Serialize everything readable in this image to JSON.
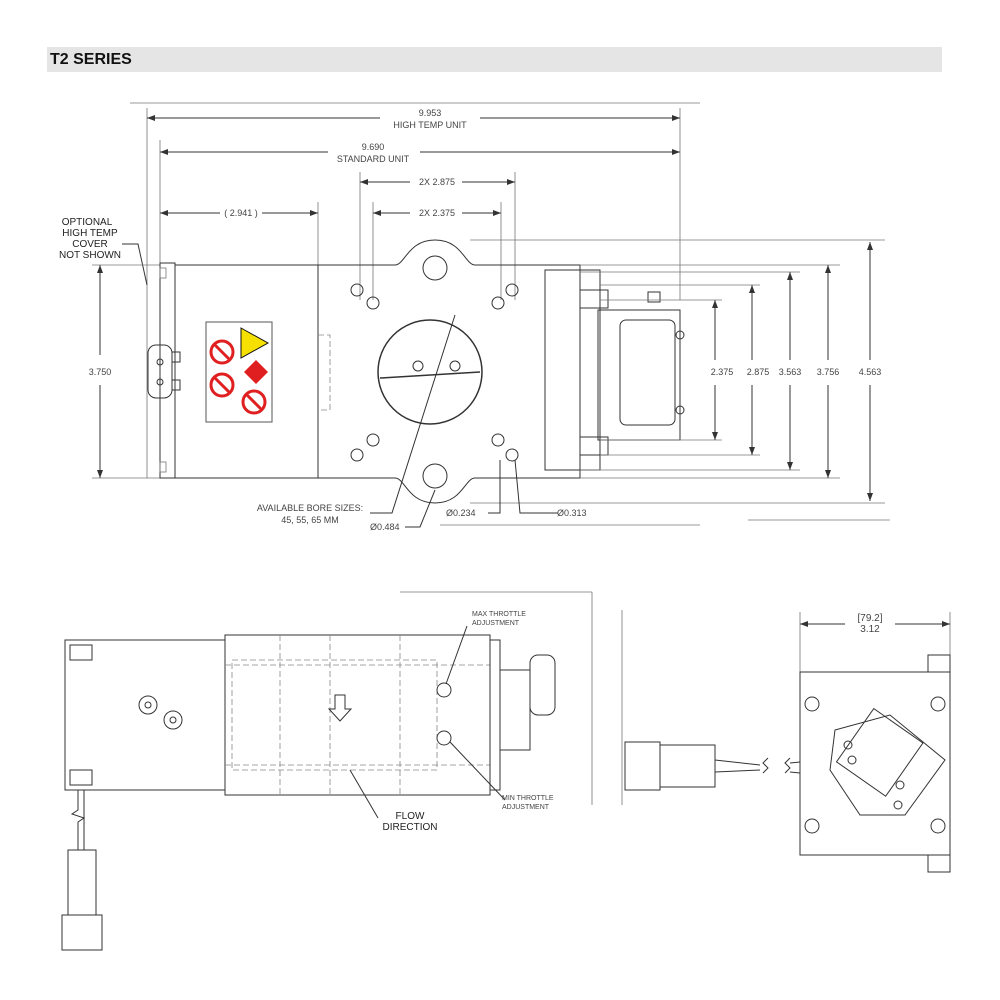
{
  "header": {
    "title": "T2 SERIES"
  },
  "top_view": {
    "dim_high_temp": {
      "value": "9.953",
      "label": "HIGH TEMP UNIT"
    },
    "dim_standard": {
      "value": "9.690",
      "label": "STANDARD UNIT"
    },
    "dim_2x_2875": "2X 2.875",
    "dim_2x_2375": "2X 2.375",
    "dim_2941": "( 2.941 )",
    "dim_height": "3.750",
    "cover_note": [
      "OPTIONAL",
      "HIGH TEMP",
      "COVER",
      "NOT SHOWN"
    ],
    "right_dims": [
      "2.375",
      "2.875",
      "3.563",
      "3.756",
      "4.563"
    ],
    "bore_sizes": [
      "AVAILABLE BORE SIZES:",
      "45, 55, 65 MM"
    ],
    "dia_0484": "Ø0.484",
    "dia_0234": "Ø0.234",
    "dia_0313": "Ø0.313"
  },
  "side_view": {
    "max_throttle": [
      "MAX THROTTLE",
      "ADJUSTMENT"
    ],
    "min_throttle": [
      "MIN THROTTLE",
      "ADJUSTMENT"
    ],
    "flow": [
      "FLOW",
      "DIRECTION"
    ]
  },
  "end_view": {
    "dim_mm": "[79.2]",
    "dim_in": "3.12"
  },
  "colors": {
    "warning_red": "#e02020",
    "warning_yellow": "#f5e000",
    "header_bg": "#e5e5e5"
  }
}
